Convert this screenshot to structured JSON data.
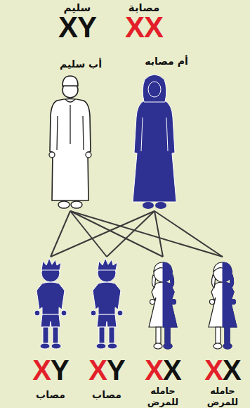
{
  "diagram": {
    "nodes": [
      {
        "text": [
          "سليم",
          "XY",
          "أب سليم"
        ]
      },
      {
        "text": [
          "مصابة",
          "XX",
          "أم مصابه"
        ]
      },
      {
        "text": [
          "XY",
          "مصاب"
        ]
      },
      {
        "text": [
          "XY",
          "مصاب"
        ]
      },
      {
        "text": [
          "XX",
          "حامله للمرض"
        ]
      },
      {
        "text": [
          "XX",
          "حامله للمرض"
        ]
      }
    ],
    "edges": [
      {
        "from": 0,
        "to": 2,
        "arrow": "none"
      },
      {
        "from": 0,
        "to": 3,
        "arrow": "none"
      },
      {
        "from": 0,
        "to": 4,
        "arrow": "none"
      },
      {
        "from": 0,
        "to": 5,
        "arrow": "none"
      },
      {
        "from": 1,
        "to": 2,
        "arrow": "none"
      },
      {
        "from": 1,
        "to": 3,
        "arrow": "none"
      },
      {
        "from": 1,
        "to": 4,
        "arrow": "none"
      },
      {
        "from": 1,
        "to": 5,
        "arrow": "none"
      }
    ]
  }
}
